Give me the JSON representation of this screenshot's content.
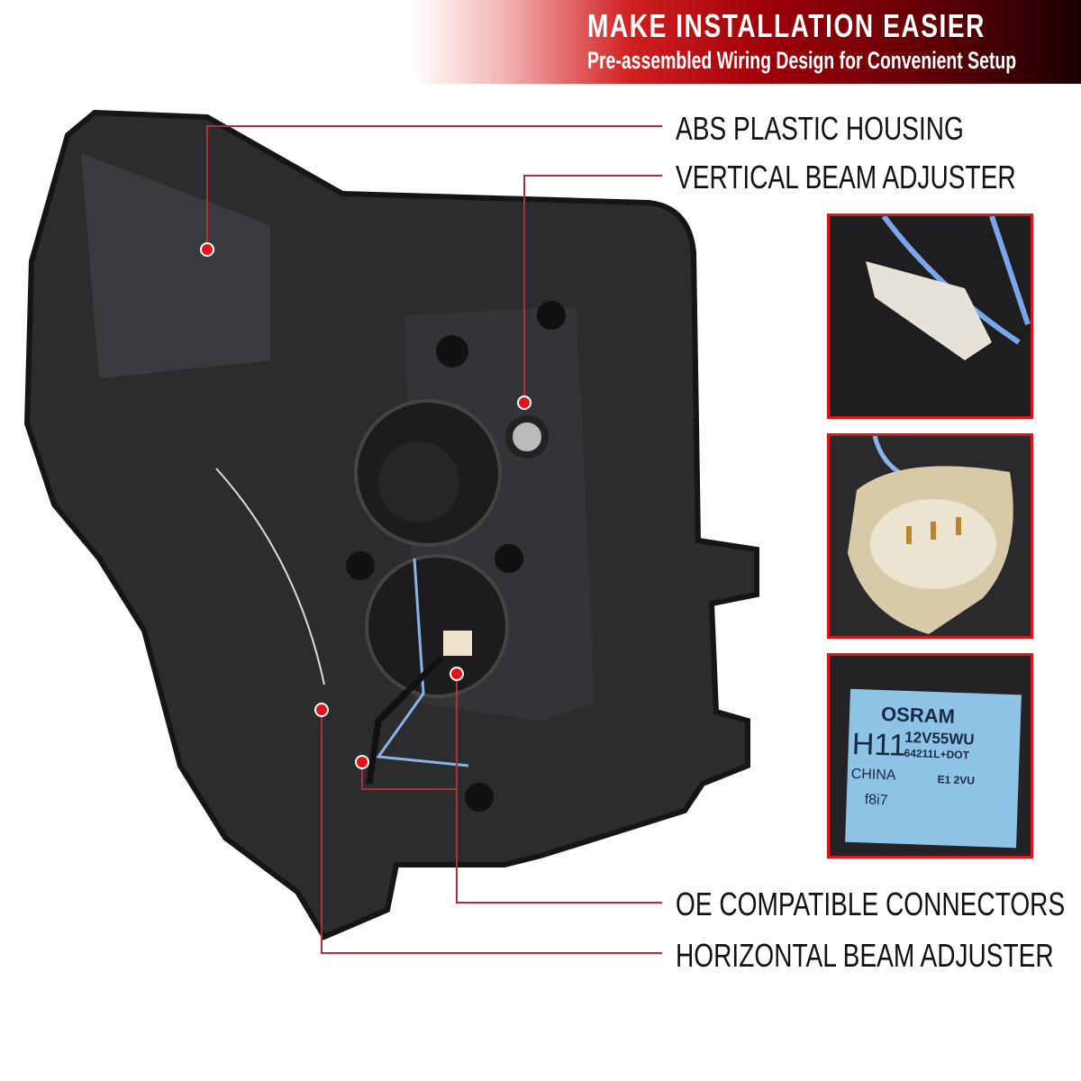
{
  "banner": {
    "title": "MAKE INSTALLATION EASIER",
    "subtitle": "Pre-assembled Wiring Design for Convenient Setup"
  },
  "callouts": [
    {
      "label": "ABS PLASTIC HOUSING"
    },
    {
      "label": "VERTICAL BEAM ADJUSTER"
    },
    {
      "label": "OE COMPATIBLE CONNECTORS"
    },
    {
      "label": "HORIZONTAL BEAM ADJUSTER"
    }
  ],
  "insets": {
    "bulb_label": {
      "brand": "OSRAM",
      "type": "H11",
      "rating": "12V55WU",
      "part": "64211L+DOT",
      "origin": "CHINA",
      "mark": "E1 2VU",
      "code": "f8i7"
    }
  },
  "colors": {
    "accent": "#e0151c",
    "housing": "#2b2c2e"
  }
}
